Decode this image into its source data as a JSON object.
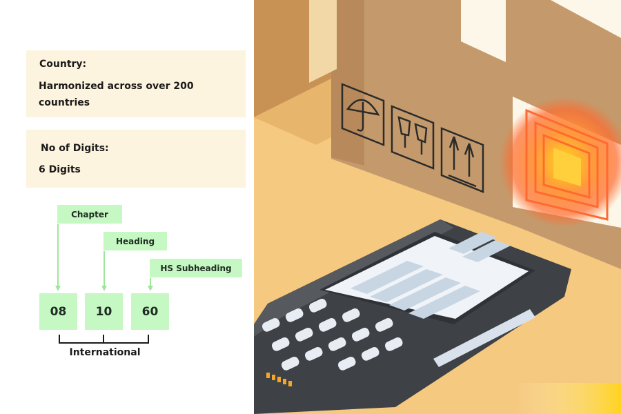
{
  "cards": [
    {
      "label": "Country:",
      "value": "Harmonized across over 200 countries"
    },
    {
      "label": "No of Digits:",
      "value": "6 Digits"
    }
  ],
  "code_diagram": {
    "tags": [
      "Chapter",
      "Heading",
      "HS Subheading"
    ],
    "digits": [
      "08",
      "10",
      "60"
    ],
    "group_label": "International"
  },
  "illustration": {
    "icons": [
      "umbrella-icon",
      "fragile-glass-icon",
      "this-way-up-icon",
      "rfid-tag-icon",
      "handheld-scanner"
    ],
    "colors": {
      "accent_green": "#c5f8c2",
      "card_bg": "#fcf4de",
      "cardboard": "#c49a6c",
      "rfid_glow": "#ff7a2e",
      "accent_yellow": "#ffd21f"
    }
  }
}
